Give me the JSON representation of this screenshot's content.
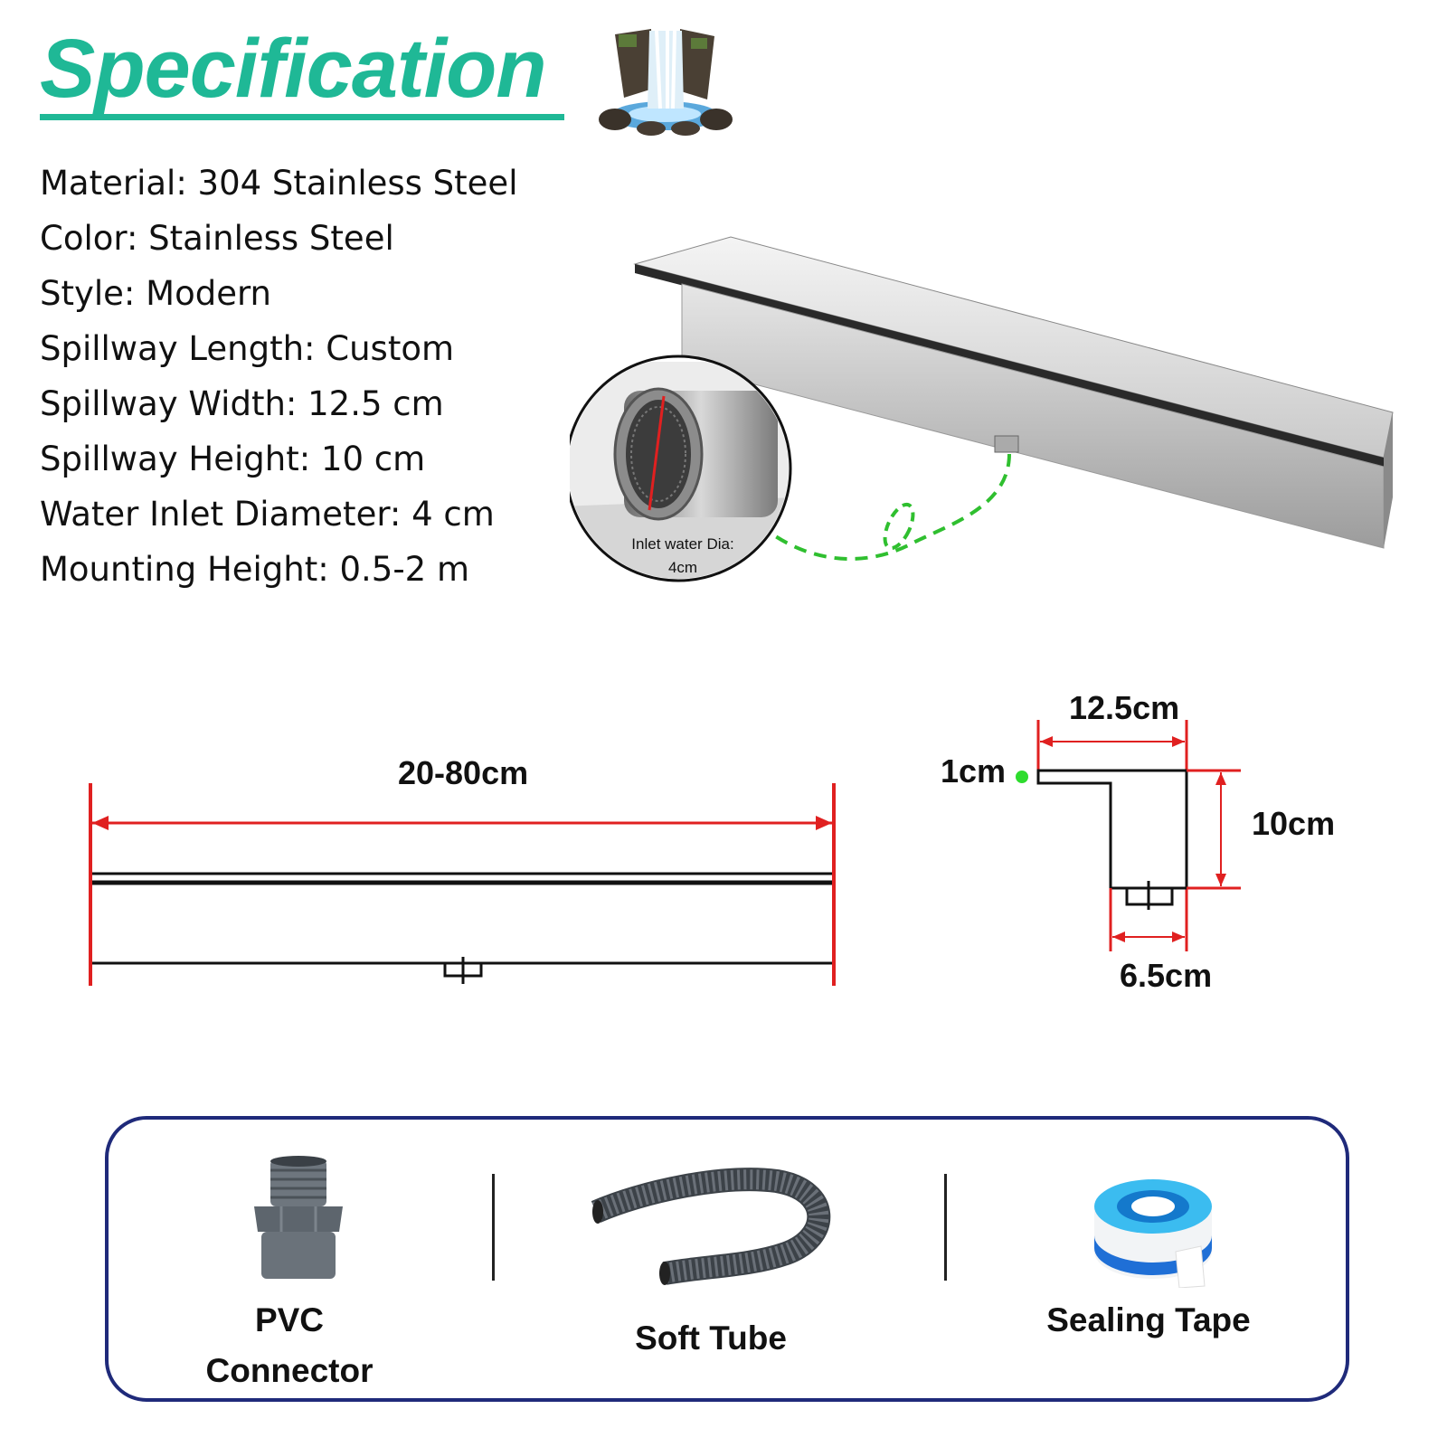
{
  "title": "Specification",
  "specs": [
    "Material: 304 Stainless Steel",
    "Color: Stainless Steel",
    "Style: Modern",
    "Spillway Length: Custom",
    "Spillway Width: 12.5 cm",
    "Spillway Height: 10 cm",
    "Water Inlet Diameter: 4 cm",
    "Mounting Height: 0.5-2 m"
  ],
  "inlet_callout": {
    "line1": "Inlet water Dia:",
    "line2": "4cm"
  },
  "dimensions": {
    "length": "20-80cm",
    "width": "12.5cm",
    "lip": "1cm",
    "height": "10cm",
    "bottom": "6.5cm"
  },
  "accessories": [
    {
      "label": "PVC\nConnector",
      "icon": "pvc-connector-icon"
    },
    {
      "label": "Soft Tube",
      "icon": "soft-tube-icon"
    },
    {
      "label": "Sealing Tape",
      "icon": "sealing-tape-icon"
    }
  ],
  "colors": {
    "title": "#1fb896",
    "dimension_line": "#e02020",
    "callout_dash": "#2fbf2f",
    "box_border": "#1f2a7a"
  }
}
